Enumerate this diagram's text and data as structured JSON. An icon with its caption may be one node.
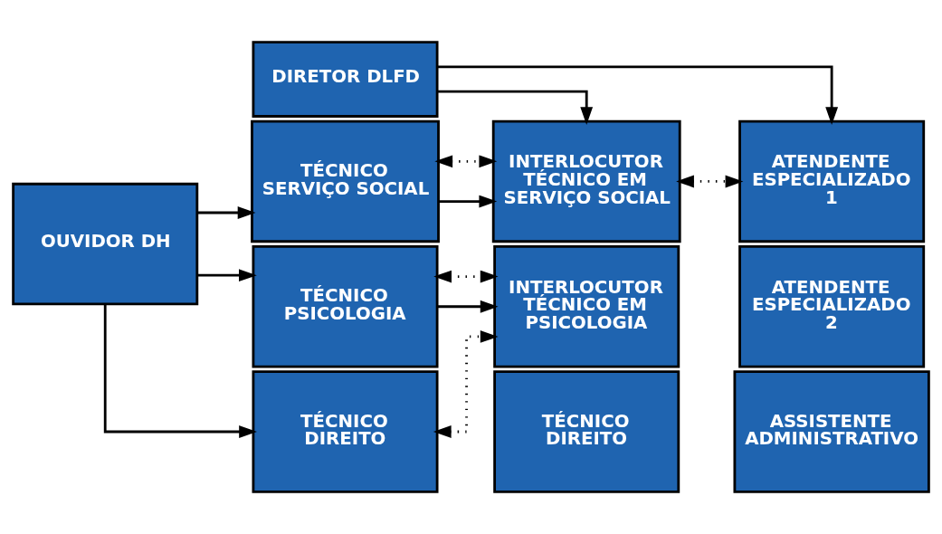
{
  "diagram": {
    "nodes": [
      {
        "text": [
          "DIRETOR DLFD"
        ]
      },
      {
        "text": [
          "OUVIDOR DH"
        ]
      },
      {
        "text": [
          "TÉCNICO SERVIÇO SOCIAL"
        ]
      },
      {
        "text": [
          "TÉCNICO PSICOLOGIA"
        ]
      },
      {
        "text": [
          "TÉCNICO DIREITO"
        ]
      },
      {
        "text": [
          "INTERLOCUTOR TÉCNICO EM SERVIÇO SOCIAL"
        ]
      },
      {
        "text": [
          "INTERLOCUTOR TÉCNICO EM PSICOLOGIA"
        ]
      },
      {
        "text": [
          "TÉCNICO DIREITO"
        ]
      },
      {
        "text": [
          "ATENDENTE ESPECIALIZADO 1"
        ]
      },
      {
        "text": [
          "ATENDENTE ESPECIALIZADO 2"
        ]
      },
      {
        "text": [
          "ASSISTENTE ADMINISTRATIVO"
        ]
      }
    ],
    "edges": [
      {
        "from": 0,
        "to": 5,
        "arrow": "to"
      },
      {
        "from": 0,
        "to": 8,
        "arrow": "to"
      },
      {
        "from": 1,
        "to": 2,
        "arrow": "to"
      },
      {
        "from": 1,
        "to": 3,
        "arrow": "to"
      },
      {
        "from": 1,
        "to": 4,
        "arrow": "to"
      },
      {
        "from": 2,
        "to": 5,
        "arrow": "to"
      },
      {
        "from": 2,
        "to": 5,
        "arrow": "both",
        "style": "dashed"
      },
      {
        "from": 3,
        "to": 6,
        "arrow": "to"
      },
      {
        "from": 3,
        "to": 6,
        "arrow": "both",
        "style": "dashed"
      },
      {
        "from": 4,
        "to": 6,
        "arrow": "both",
        "style": "dashed"
      },
      {
        "from": 5,
        "to": 8,
        "arrow": "both",
        "style": "dashed"
      }
    ]
  }
}
